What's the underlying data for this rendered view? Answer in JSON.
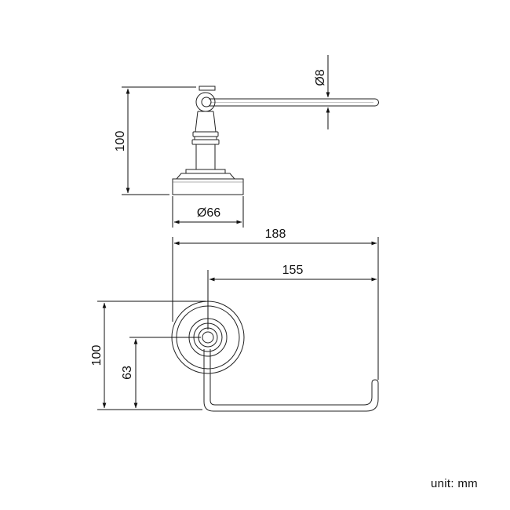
{
  "drawing": {
    "side_view": {
      "diameter_bar": "Ø8",
      "height": "100",
      "base_diameter": "Ø66"
    },
    "front_view": {
      "width_total": "188",
      "width_arm": "155",
      "height_total": "100",
      "height_arm": "63"
    },
    "unit_label": "unit: mm"
  }
}
